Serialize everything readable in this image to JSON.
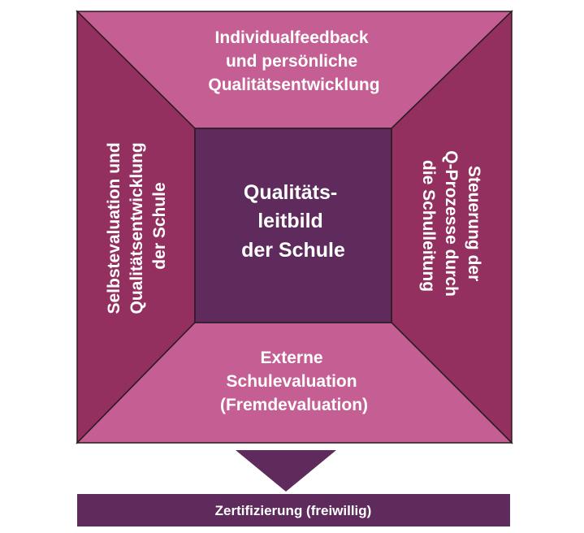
{
  "colors": {
    "frame": "#2a1a24",
    "trapezoid_top_bottom": "#c45e93",
    "trapezoid_left_right": "#93305f",
    "center": "#5e2b5c",
    "arrow": "#5e2b5c",
    "bar": "#5e2b5c",
    "text": "#ffffff"
  },
  "diagram": {
    "top": [
      "Individualfeedback",
      "und persönliche",
      "Qualitätsentwicklung"
    ],
    "left": [
      "Selbstevaluation und",
      "Qualitätsentwicklung",
      "der Schule"
    ],
    "right": [
      "Steuerung der",
      "Q-Prozesse durch",
      "die Schulleitung"
    ],
    "bottom": [
      "Externe",
      "Schulevaluation",
      "(Fremdevaluation)"
    ],
    "center": [
      "Qualitäts-",
      "leitbild",
      "der Schule"
    ]
  },
  "outcome": {
    "label": "Zertifizierung (freiwillig)"
  }
}
